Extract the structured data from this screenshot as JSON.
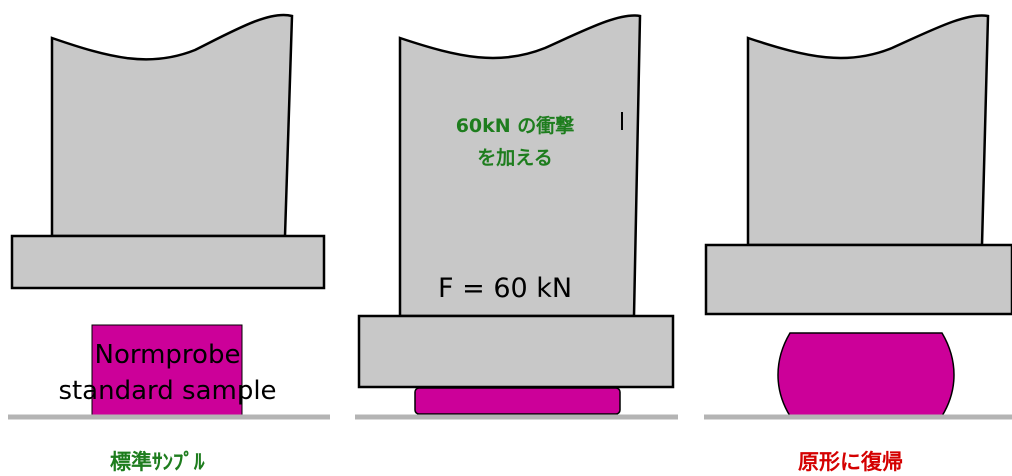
{
  "colors": {
    "body_fill": "#c8c8c8",
    "outline": "#000000",
    "sample_fill": "#cc0099",
    "ground": "#b4b4b4",
    "green_text": "#1e7d1e",
    "red_text": "#d40000"
  },
  "panels": [
    {
      "id": "standard",
      "sample_text_line1": "Normprobe",
      "sample_text_line2": "standard sample",
      "caption": "標準ｻﾝﾌﾟﾙ"
    },
    {
      "id": "impact",
      "impact_text_line1": "60kN の衝撃",
      "impact_text_line2": "を加える",
      "force_text": "F = 60 kN"
    },
    {
      "id": "recovered",
      "caption": "原形に復帰"
    }
  ]
}
